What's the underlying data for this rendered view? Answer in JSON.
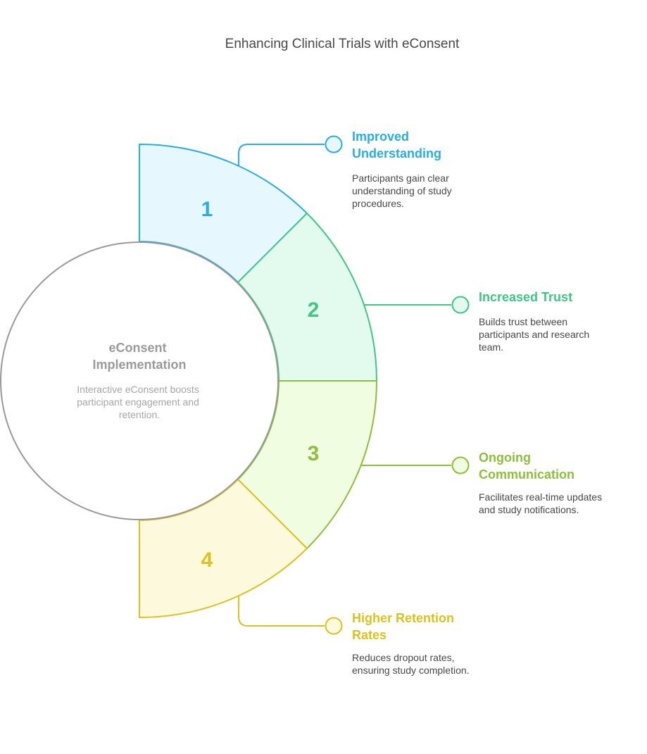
{
  "title": "Enhancing Clinical Trials with eConsent",
  "center": {
    "title_lines": [
      "eConsent",
      "Implementation"
    ],
    "desc_lines": [
      "Interactive eConsent boosts",
      "participant engagement and",
      "retention."
    ]
  },
  "items": [
    {
      "number": "1",
      "title_lines": [
        "Improved",
        "Understanding"
      ],
      "desc_lines": [
        "Participants gain clear",
        "understanding of study",
        "procedures."
      ],
      "stroke": "#29aee0",
      "fill": "#e6f7fd"
    },
    {
      "number": "2",
      "title_lines": [
        "Increased Trust"
      ],
      "desc_lines": [
        "Builds trust between",
        "participants and research",
        "team."
      ],
      "stroke": "#3ec785",
      "fill": "#e2fbee"
    },
    {
      "number": "3",
      "title_lines": [
        "Ongoing",
        "Communication"
      ],
      "desc_lines": [
        "Facilitates real-time updates",
        "and study notifications."
      ],
      "stroke": "#8dbf3a",
      "fill": "#f1fde0"
    },
    {
      "number": "4",
      "title_lines": [
        "Higher Retention",
        "Rates"
      ],
      "desc_lines": [
        "Reduces dropout rates,",
        "ensuring study completion."
      ],
      "stroke": "#dcc21f",
      "fill": "#fdf9dc"
    }
  ],
  "colors": {
    "center_stroke": "#999999"
  }
}
